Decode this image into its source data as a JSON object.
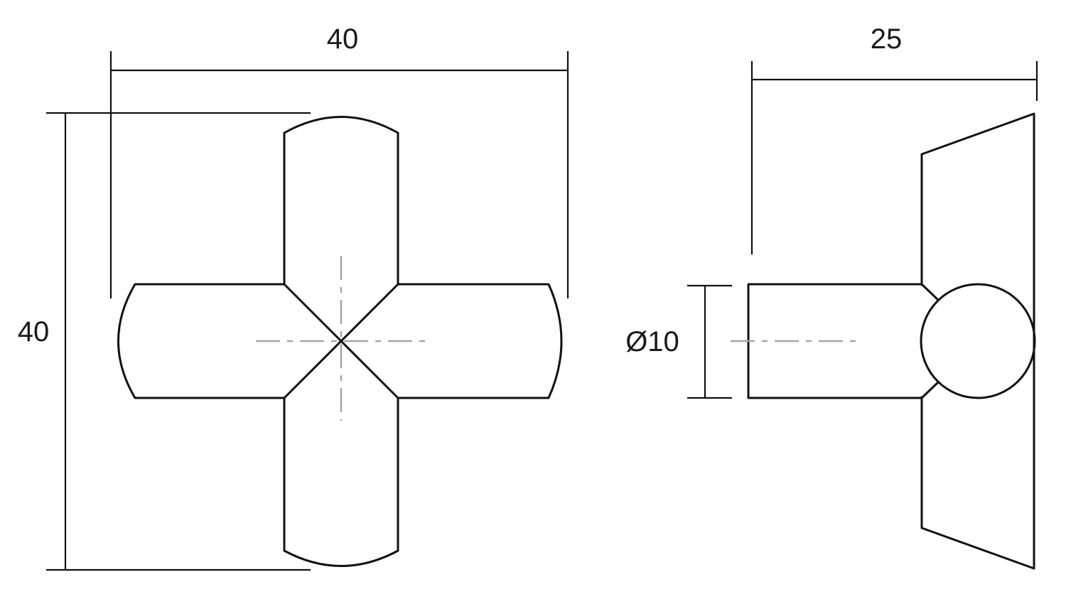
{
  "front_view": {
    "width_dimension": "40",
    "height_dimension": "40"
  },
  "side_view": {
    "depth_dimension": "25",
    "diameter_dimension": "Ø10"
  }
}
